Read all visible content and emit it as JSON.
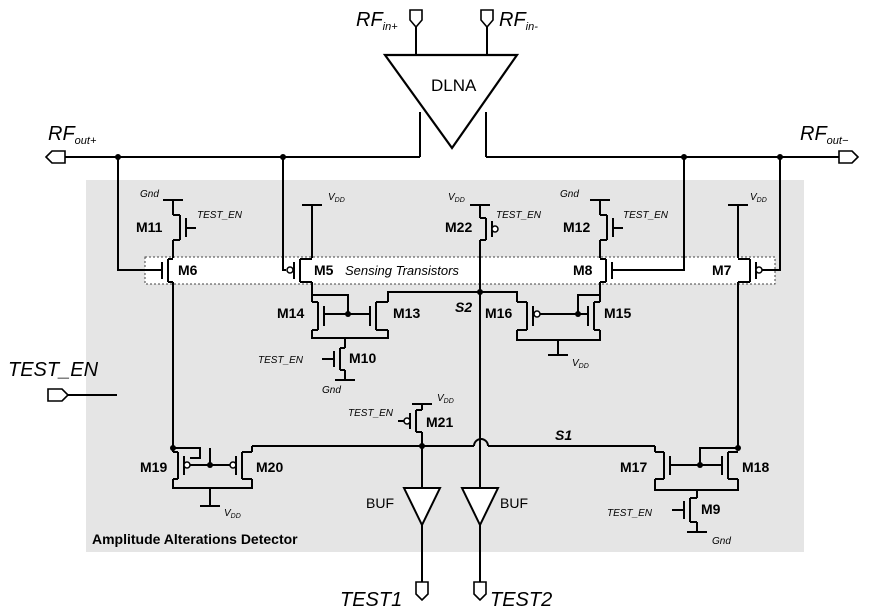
{
  "pins": {
    "rf_in_plus": {
      "base": "RF",
      "sub": "in+"
    },
    "rf_in_minus": {
      "base": "RF",
      "sub": "in-"
    },
    "rf_out_plus": {
      "base": "RF",
      "sub": "out+"
    },
    "rf_out_minus": {
      "base": "RF",
      "sub": "out−"
    },
    "test_en": "TEST_EN",
    "test1": "TEST1",
    "test2": "TEST2"
  },
  "amplifier_label": "DLNA",
  "box_label": "Amplitude Alterations Detector",
  "sensing_label": "Sensing Transistors",
  "transistors": {
    "m5": "M5",
    "m6": "M6",
    "m7": "M7",
    "m8": "M8",
    "m9": "M9",
    "m10": "M10",
    "m11": "M11",
    "m12": "M12",
    "m13": "M13",
    "m14": "M14",
    "m15": "M15",
    "m16": "M16",
    "m17": "M17",
    "m18": "M18",
    "m19": "M19",
    "m20": "M20",
    "m21": "M21",
    "m22": "M22"
  },
  "nodes": {
    "s1": "S1",
    "s2": "S2"
  },
  "rails": {
    "gnd": "Gnd",
    "vdd_base": "V",
    "vdd_sub": "DD",
    "test_en_small": "TEST_EN"
  },
  "buffers": {
    "buf": "BUF"
  },
  "colors": {
    "detector_fill": "#e5e5e5",
    "wire": "#000000"
  }
}
